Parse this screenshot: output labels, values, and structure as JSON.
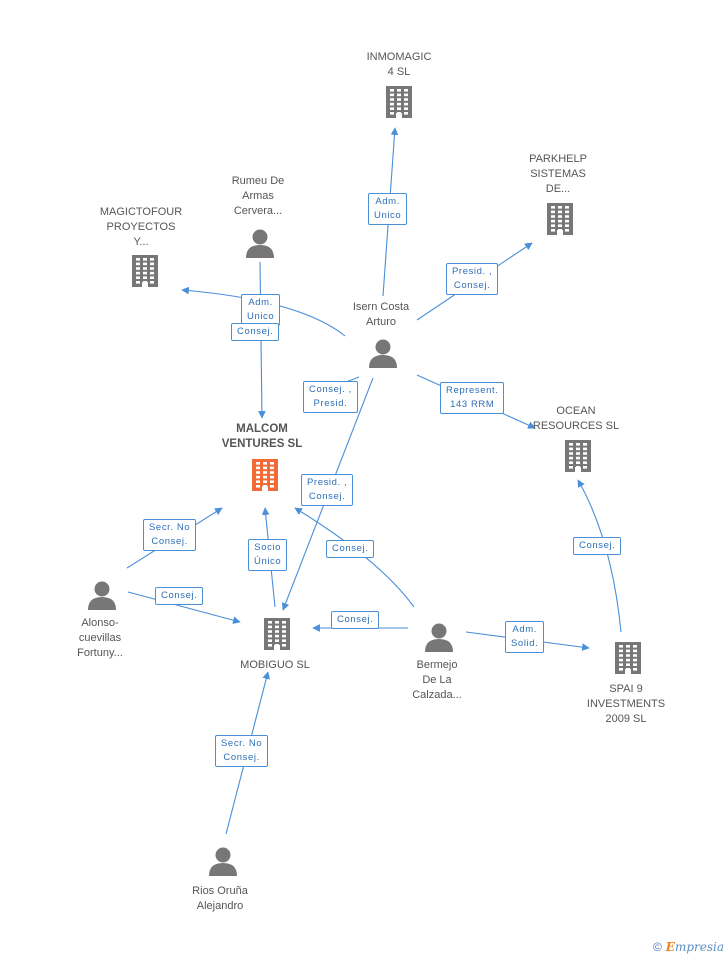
{
  "colors": {
    "edge": "#4a8fd8",
    "node_icon": "#777777",
    "focus_icon": "#f26a35"
  },
  "nodes": [
    {
      "id": "inmomagic",
      "type": "company",
      "label": "INMOMAGIC\n4 SL"
    },
    {
      "id": "parkhelp",
      "type": "company",
      "label": "PARKHELP\nSISTEMAS\nDE..."
    },
    {
      "id": "rumeu",
      "type": "person",
      "label": "Rumeu De\nArmas\nCervera..."
    },
    {
      "id": "magictofour",
      "type": "company",
      "label": "MAGICTOFOUR\nPROYECTOS\nY..."
    },
    {
      "id": "isern",
      "type": "person",
      "label": "Isern Costa\nArturo"
    },
    {
      "id": "malcom",
      "type": "company",
      "focus": true,
      "label": "MALCOM\nVENTURES SL"
    },
    {
      "id": "ocean",
      "type": "company",
      "label": "OCEAN\nRESOURCES SL"
    },
    {
      "id": "alonso",
      "type": "person",
      "label": "Alonso-\ncuevillas\nFortuny..."
    },
    {
      "id": "mobiguo",
      "type": "company",
      "label": "MOBIGUO  SL"
    },
    {
      "id": "bermejo",
      "type": "person",
      "label": "Bermejo\nDe La\nCalzada..."
    },
    {
      "id": "spai",
      "type": "company",
      "label": "SPAI 9\nINVESTMENTS\n2009 SL"
    },
    {
      "id": "rios",
      "type": "person",
      "label": "Rios Oruña\nAlejandro"
    }
  ],
  "edges": [
    {
      "id": "e1",
      "from": "isern",
      "to": "inmomagic",
      "label": "Adm.\nUnico"
    },
    {
      "id": "e2",
      "from": "isern",
      "to": "parkhelp",
      "label": "Presid. ,\nConsej."
    },
    {
      "id": "e3",
      "from": "isern",
      "to": "magictofour",
      "label": "Adm.\nUnico"
    },
    {
      "id": "e4",
      "from": "rumeu",
      "to": "malcom",
      "label": "Consej."
    },
    {
      "id": "e5",
      "from": "isern",
      "to": "malcom",
      "label": "Consej. ,\nPresid."
    },
    {
      "id": "e6",
      "from": "isern",
      "to": "ocean",
      "label": "Represent.\n143 RRM"
    },
    {
      "id": "e7",
      "from": "isern",
      "to": "mobiguo",
      "label": "Presid. ,\nConsej."
    },
    {
      "id": "e8",
      "from": "alonso",
      "to": "malcom",
      "label": "Secr.  No\nConsej."
    },
    {
      "id": "e9",
      "from": "alonso",
      "to": "mobiguo",
      "label": "Consej."
    },
    {
      "id": "e10",
      "from": "mobiguo",
      "to": "malcom",
      "label": "Socio\nÚnico"
    },
    {
      "id": "e11",
      "from": "bermejo",
      "to": "malcom",
      "label": "Consej."
    },
    {
      "id": "e12",
      "from": "bermejo",
      "to": "mobiguo",
      "label": "Consej."
    },
    {
      "id": "e13",
      "from": "bermejo",
      "to": "spai",
      "label": "Adm.\nSolid."
    },
    {
      "id": "e14",
      "from": "spai",
      "to": "ocean",
      "label": "Consej."
    },
    {
      "id": "e15",
      "from": "rios",
      "to": "mobiguo",
      "label": "Secr.  No\nConsej."
    }
  ],
  "footer": {
    "copyright": "©",
    "brand_initial": "E",
    "brand_rest": "mpresia"
  }
}
